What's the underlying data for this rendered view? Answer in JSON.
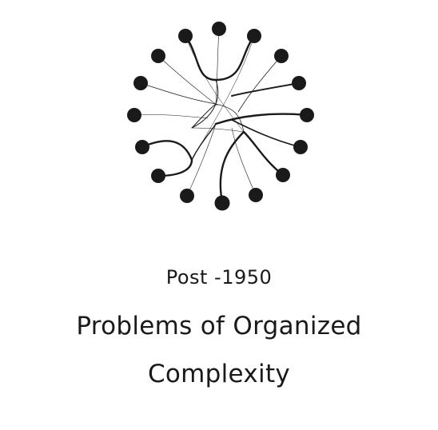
{
  "era_label": "Post -1950",
  "title_line_1": "Problems of Organized",
  "title_line_2": "Complexity",
  "colors": {
    "ink": "#1a1a1a",
    "background": "#ffffff"
  }
}
